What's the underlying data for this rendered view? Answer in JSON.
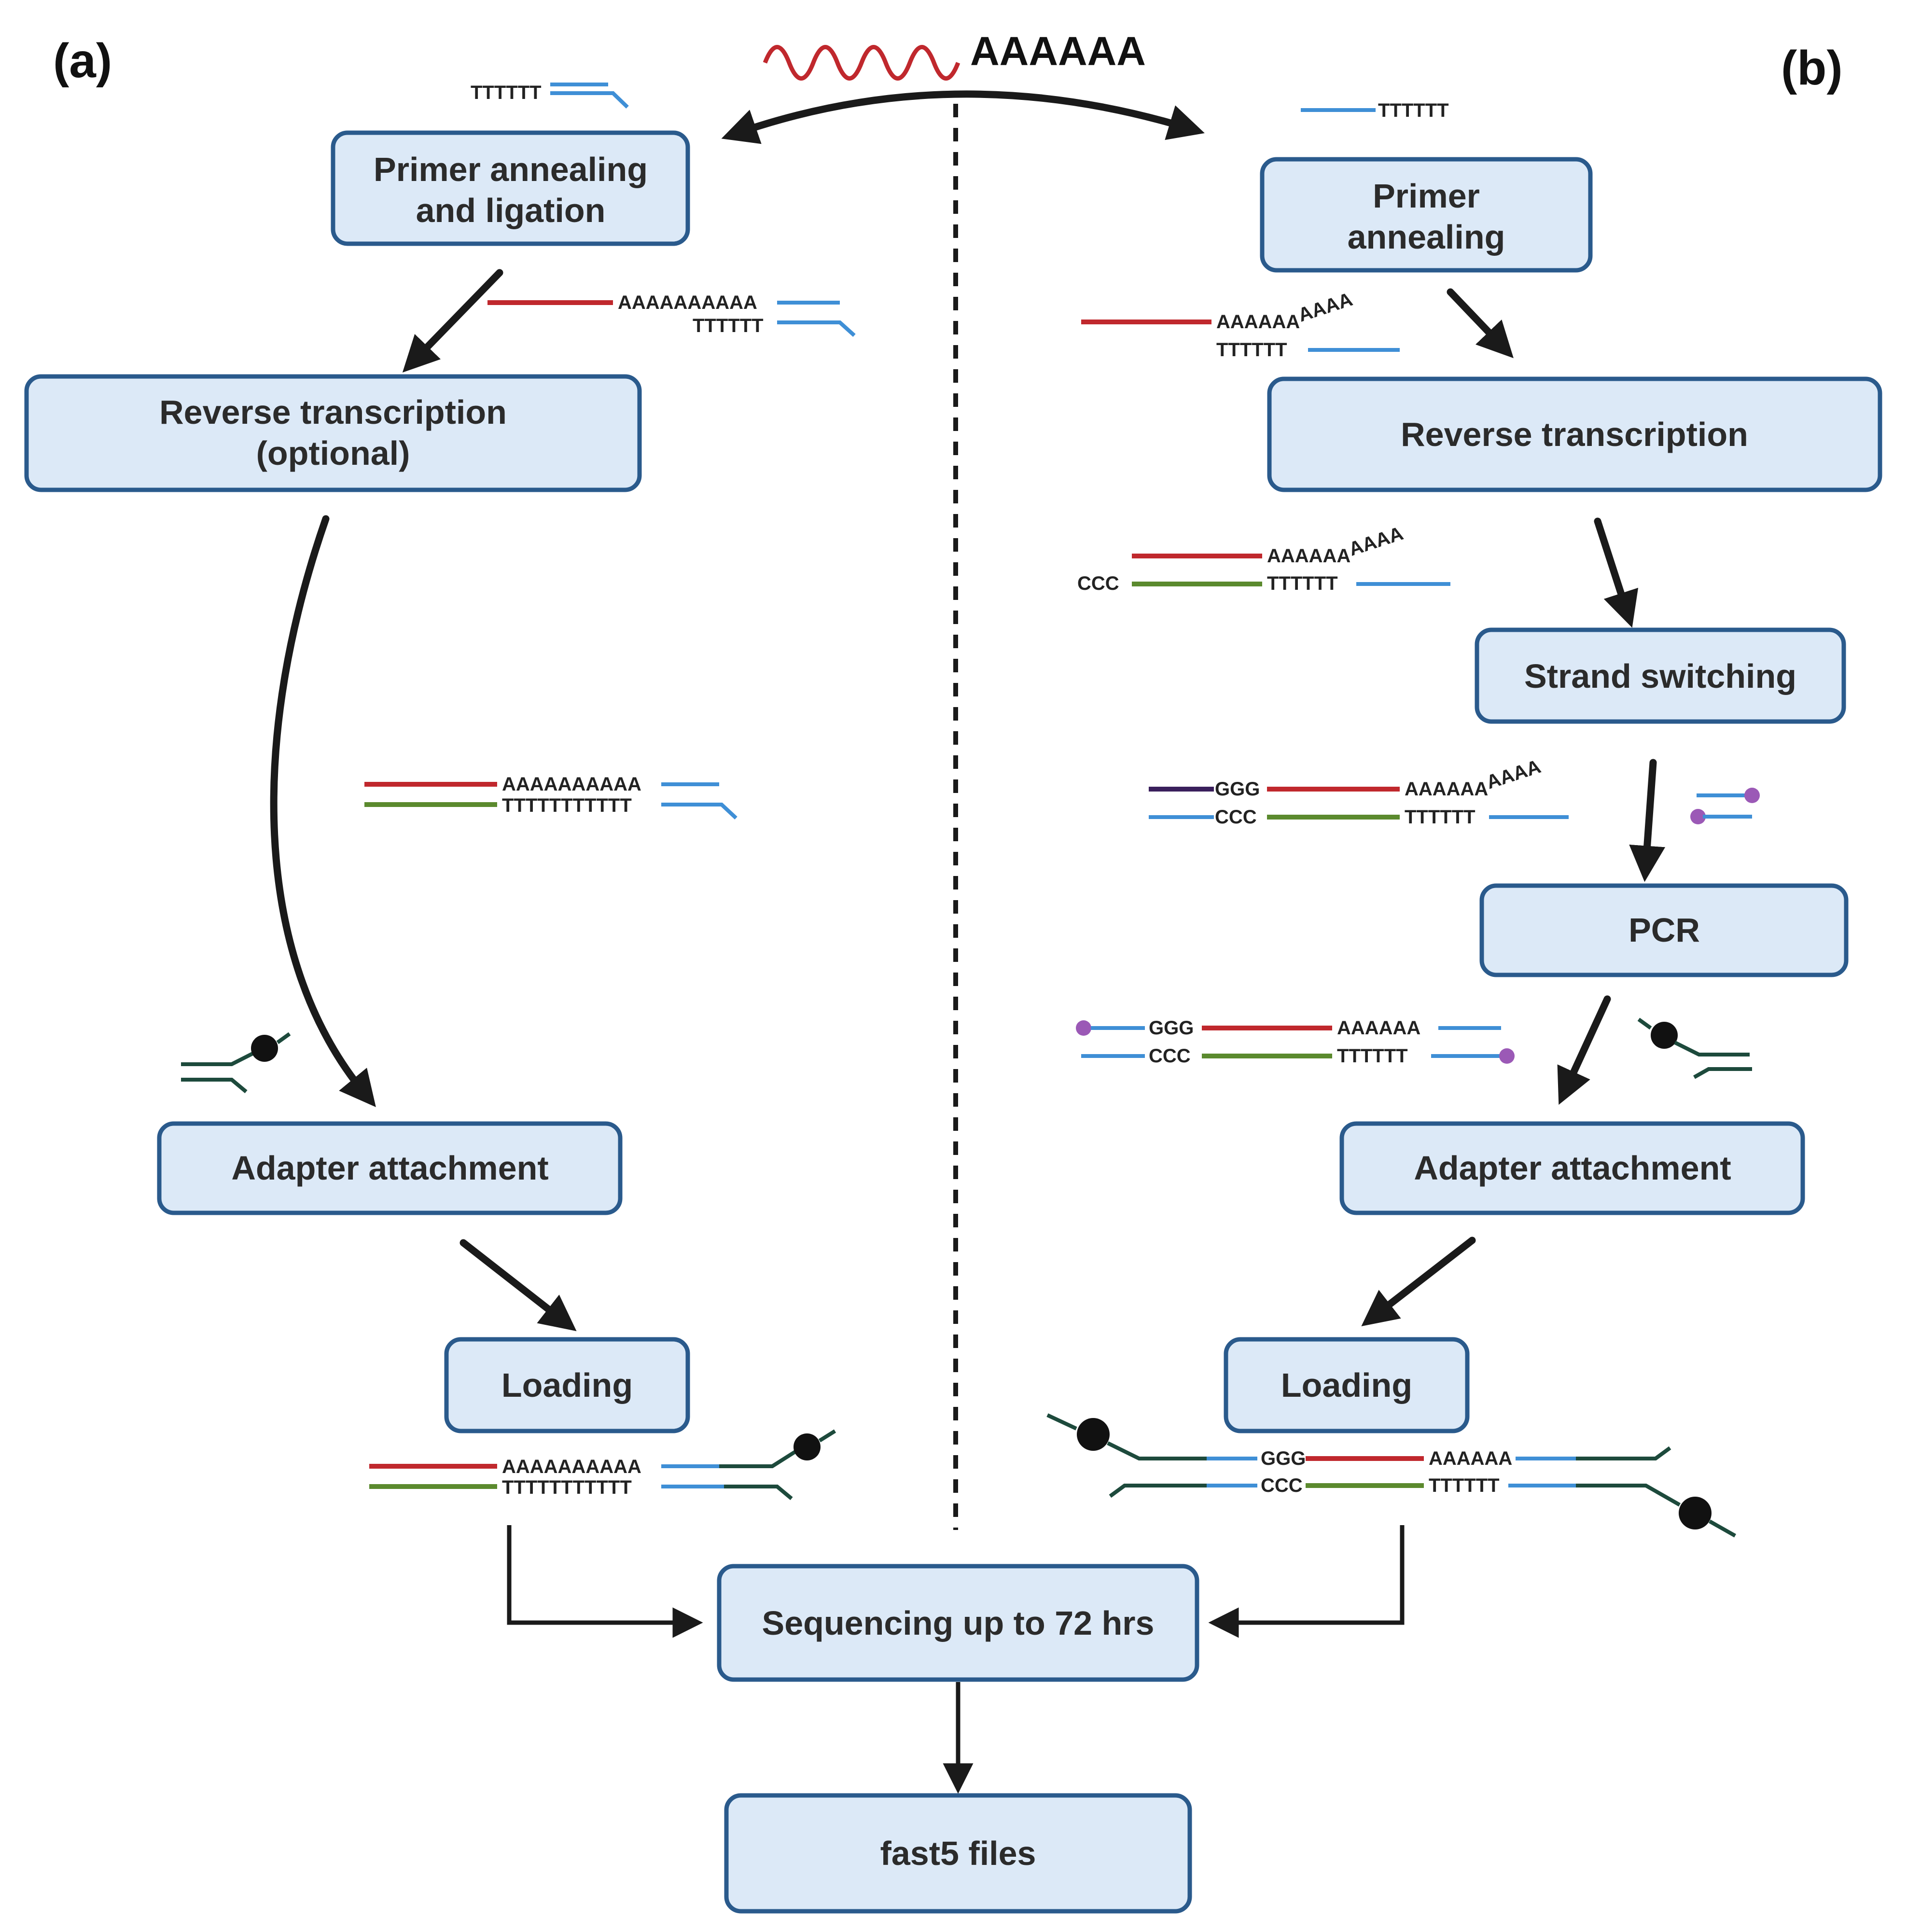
{
  "panels": {
    "left_label": "(a)",
    "right_label": "(b)"
  },
  "input": {
    "polyA": "AAAAAA"
  },
  "left_steps": {
    "primer_ligation": [
      "Primer annealing",
      "and ligation"
    ],
    "reverse_transcription": [
      "Reverse transcription",
      "(optional)"
    ],
    "adapter": "Adapter attachment",
    "loading": "Loading"
  },
  "right_steps": {
    "primer_annealing": [
      "Primer",
      "annealing"
    ],
    "reverse_transcription": "Reverse transcription",
    "strand_switching": "Strand switching",
    "pcr": "PCR",
    "adapter": "Adapter attachment",
    "loading": "Loading"
  },
  "shared_steps": {
    "sequencing": "Sequencing up to 72 hrs",
    "output": "fast5 files"
  },
  "sequences": {
    "T6": "TTTTTT",
    "T11": "TTTTTTTTTTT",
    "A10": "AAAAAAAAAA",
    "A6": "AAAAAA",
    "A6_tail": "AAAAAA",
    "A4_tail": "AAAA",
    "G3": "GGG",
    "C3": "CCC"
  },
  "colors": {
    "rna": "#c0282d",
    "cdna": "#5b8a2e",
    "primer": "#3f8fd6",
    "adapter": "#1d4a3c",
    "tag": "#9b59b6",
    "box_fill": "#dce9f7",
    "box_border": "#2a5a8c"
  }
}
